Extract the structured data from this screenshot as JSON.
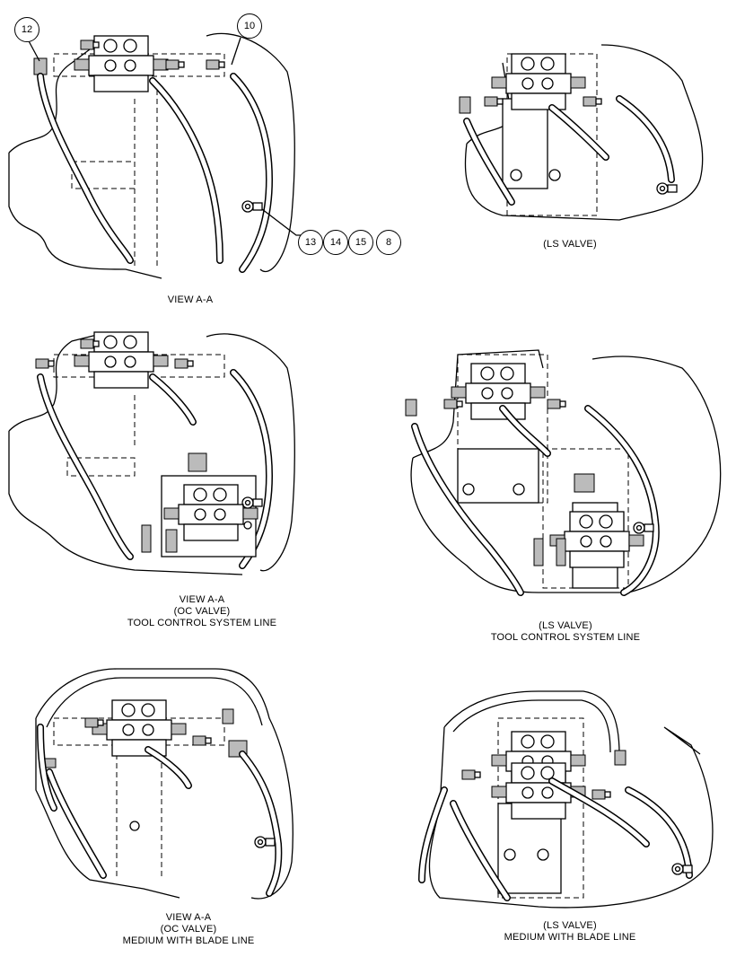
{
  "captions": {
    "view1": {
      "line1": "VIEW A-A"
    },
    "view2": {
      "line1": "(LS VALVE)"
    },
    "view3": {
      "line1": "VIEW A-A",
      "line2": "(OC VALVE)",
      "line3": "TOOL CONTROL SYSTEM LINE"
    },
    "view4": {
      "line1": "(LS VALVE)",
      "line2": "TOOL CONTROL SYSTEM LINE"
    },
    "view5": {
      "line1": "VIEW A-A",
      "line2": "(OC VALVE)",
      "line3": "MEDIUM WITH BLADE LINE"
    },
    "view6": {
      "line1": "(LS VALVE)",
      "line2": "MEDIUM WITH BLADE LINE"
    }
  },
  "callouts": {
    "c12": "12",
    "c10": "10",
    "c13": "13",
    "c14": "14",
    "c15": "15",
    "c8": "8"
  }
}
